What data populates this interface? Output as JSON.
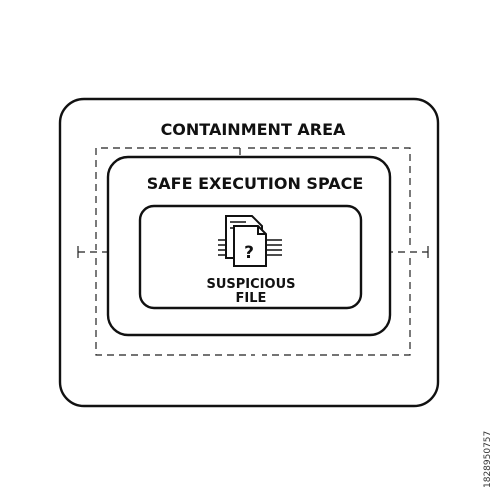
{
  "diagram": {
    "outer_label": "CONTAINMENT AREA",
    "middle_label": "SAFE EXECUTION SPACE",
    "inner_label_line1": "SUSPICIOUS",
    "inner_label_line2": "FILE",
    "icon": "suspicious-document-icon",
    "icon_glyph": "?",
    "line_color": "#111111",
    "background_color": "#ffffff"
  },
  "watermark": {
    "side_id": "1828950757"
  }
}
